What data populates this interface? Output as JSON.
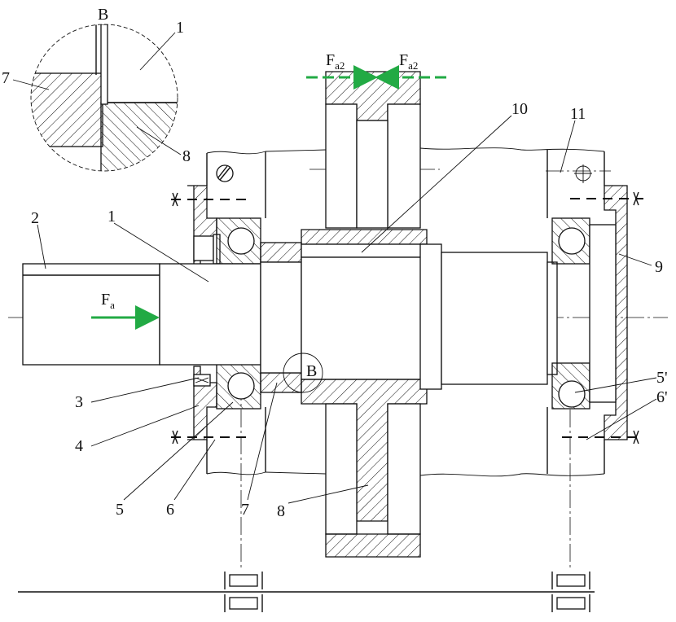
{
  "detail": {
    "view_label": "B",
    "labels": [
      "1",
      "7",
      "8"
    ]
  },
  "part_labels": [
    "1",
    "2",
    "3",
    "4",
    "5",
    "6",
    "7",
    "8",
    "9",
    "10",
    "11",
    "5'",
    "6'"
  ],
  "circle_callout": "B",
  "forces": {
    "fa": {
      "main": "F",
      "sub": "a"
    },
    "fa2_left": {
      "main": "F",
      "sub": "a2"
    },
    "fa2_right": {
      "main": "F",
      "sub": "a2"
    }
  },
  "colors": {
    "force_arrow": "#22aa44",
    "line": "#111111"
  }
}
